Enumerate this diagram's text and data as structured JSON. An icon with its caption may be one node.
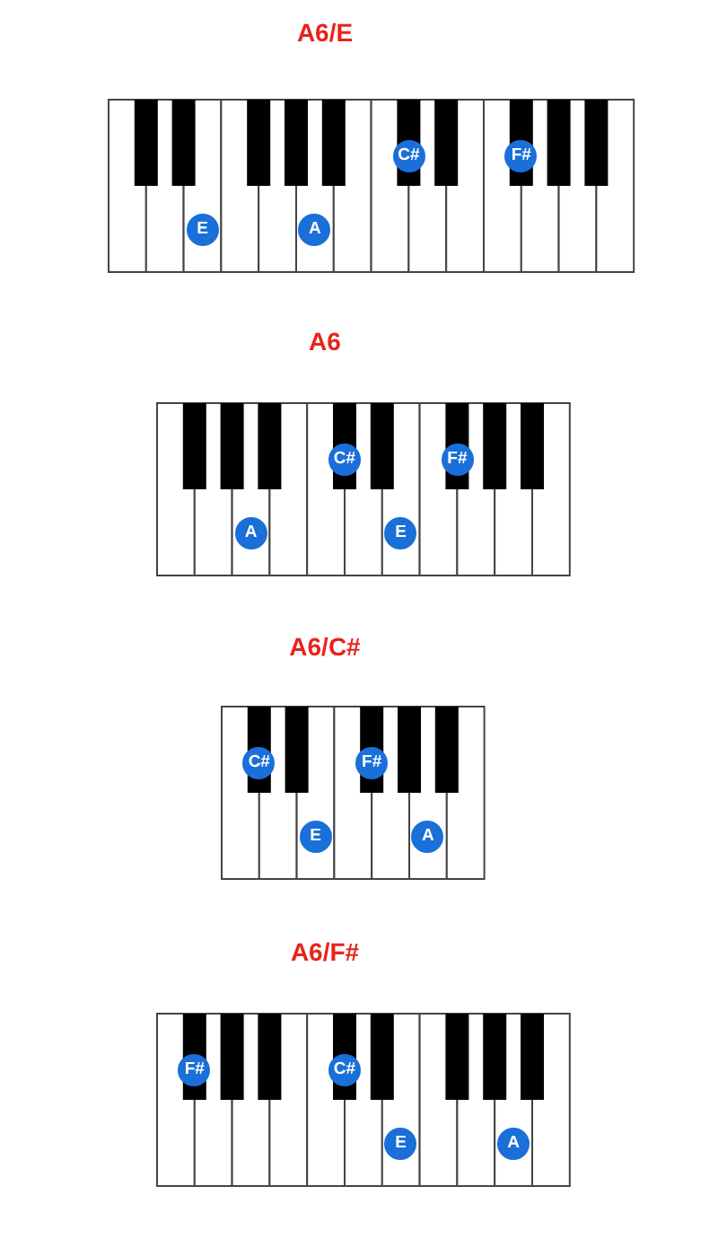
{
  "diagram": {
    "nodes": [
      {
        "text": [
          "A6/E"
        ]
      },
      {
        "text": [
          "E"
        ],
        "in": 0
      },
      {
        "text": [
          "A"
        ],
        "in": 0
      },
      {
        "text": [
          "C#"
        ],
        "in": 0
      },
      {
        "text": [
          "F#"
        ],
        "in": 0
      },
      {
        "text": [
          "A6"
        ]
      },
      {
        "text": [
          "A"
        ],
        "in": 5
      },
      {
        "text": [
          "C#"
        ],
        "in": 5
      },
      {
        "text": [
          "E"
        ],
        "in": 5
      },
      {
        "text": [
          "F#"
        ],
        "in": 5
      },
      {
        "text": [
          "A6/C#"
        ]
      },
      {
        "text": [
          "C#"
        ],
        "in": 10
      },
      {
        "text": [
          "E"
        ],
        "in": 10
      },
      {
        "text": [
          "F#"
        ],
        "in": 10
      },
      {
        "text": [
          "A"
        ],
        "in": 10
      },
      {
        "text": [
          "A6/F#"
        ]
      },
      {
        "text": [
          "F#"
        ],
        "in": 15
      },
      {
        "text": [
          "C#"
        ],
        "in": 15
      },
      {
        "text": [
          "E"
        ],
        "in": 15
      },
      {
        "text": [
          "A"
        ],
        "in": 15
      }
    ]
  }
}
